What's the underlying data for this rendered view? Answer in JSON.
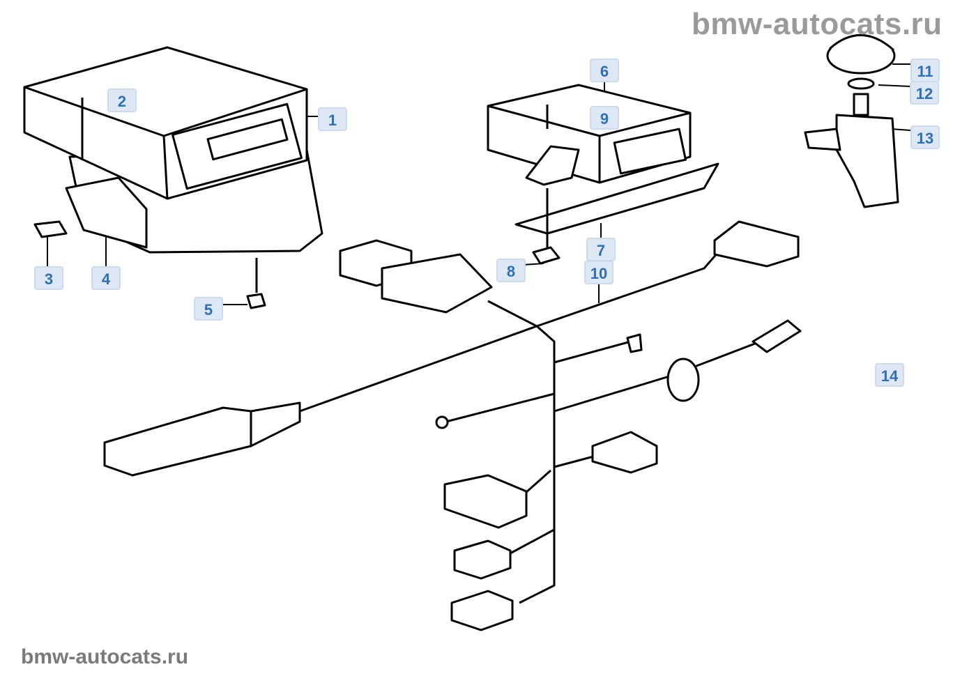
{
  "watermark": {
    "top": "bmw-autocats.ru",
    "bottom": "bmw-autocats.ru"
  },
  "callouts": [
    "1",
    "2",
    "3",
    "4",
    "5",
    "6",
    "7",
    "8",
    "9",
    "10",
    "11",
    "12",
    "13",
    "14"
  ],
  "colors": {
    "callout_bg": "#dde8f4",
    "callout_text": "#2f6fb8",
    "watermark": "#9a9a9a"
  }
}
